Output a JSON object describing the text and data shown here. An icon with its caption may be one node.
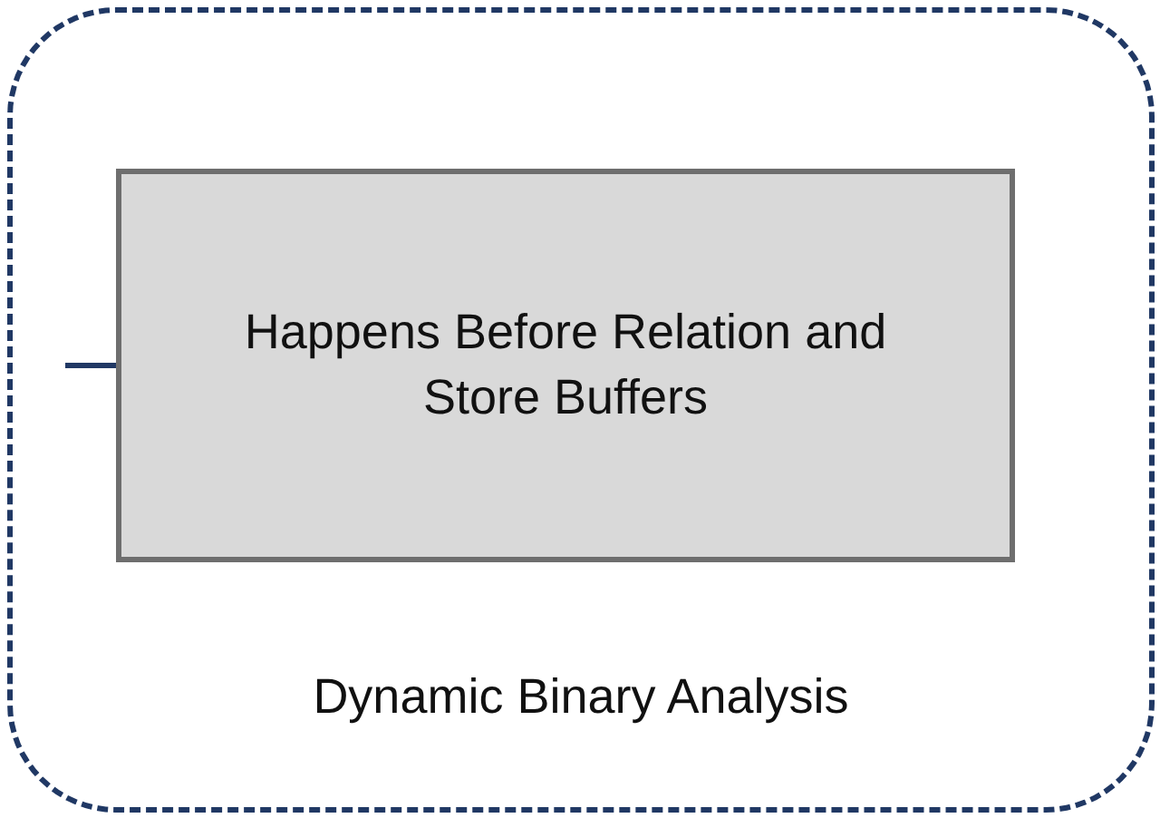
{
  "diagram": {
    "nodes": [
      {
        "text": [
          "Dynamic Binary Analysis"
        ]
      },
      {
        "text": [
          "Happens Before Relation and Store Buffers"
        ],
        "in": 0
      }
    ],
    "edges": [
      {
        "from": null,
        "to": 1,
        "arrow": "none"
      }
    ]
  }
}
